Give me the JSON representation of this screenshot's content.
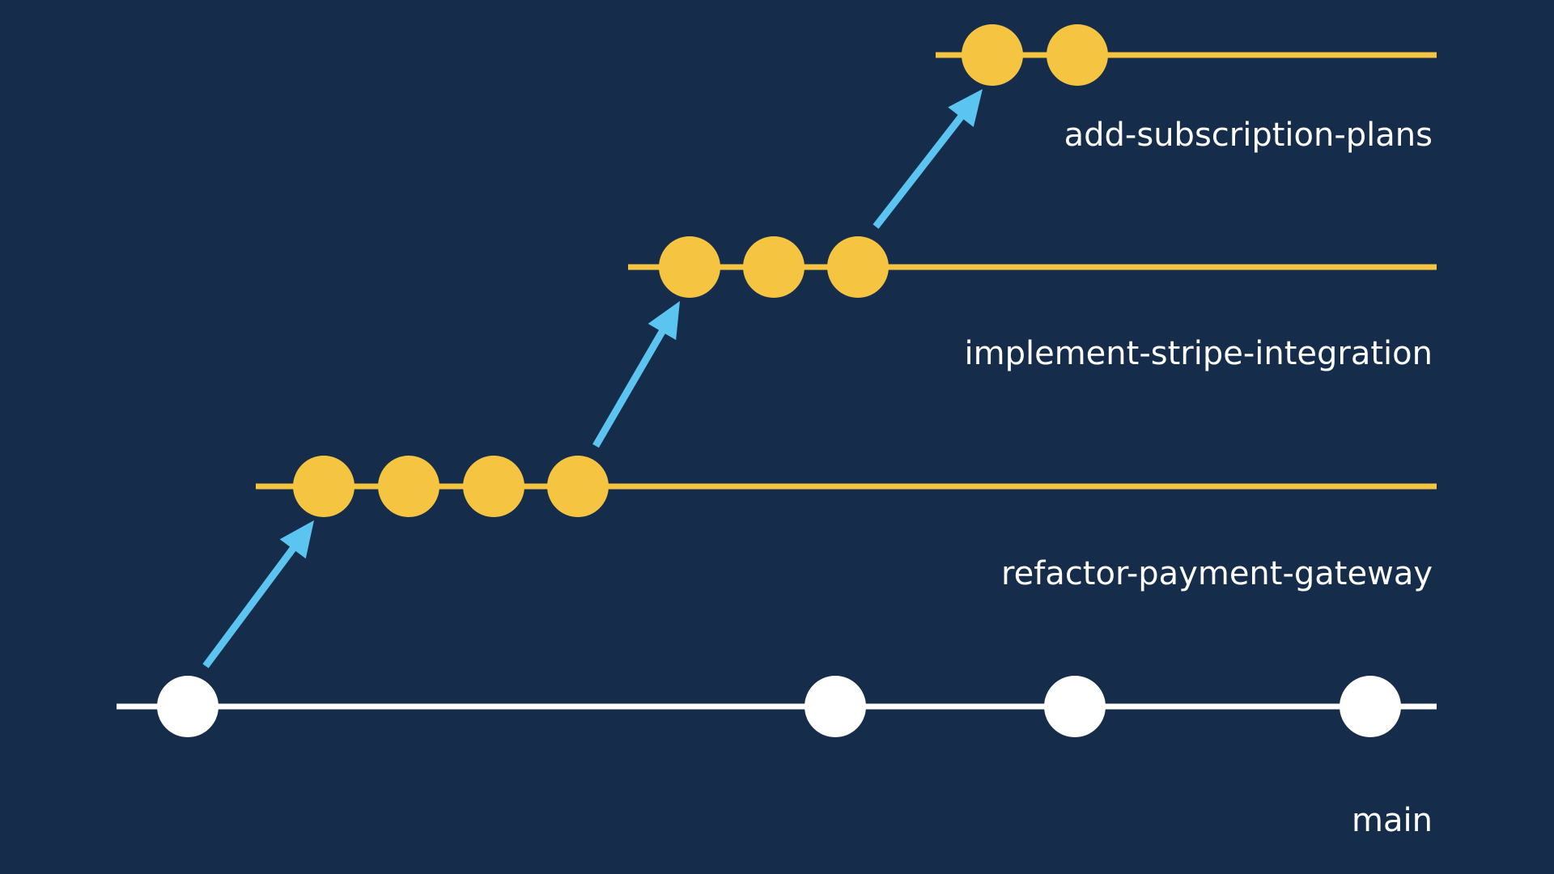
{
  "colors": {
    "background": "#152d4b",
    "main_branch": "#ffffff",
    "feature_branch": "#f5c542",
    "arrow": "#5bc4f1"
  },
  "branches": [
    {
      "id": "main",
      "label": "main",
      "commits": 4,
      "color_key": "main_branch"
    },
    {
      "id": "refactor-payment-gateway",
      "label": "refactor-payment-gateway",
      "commits": 4,
      "color_key": "feature_branch"
    },
    {
      "id": "implement-stripe-integration",
      "label": "implement-stripe-integration",
      "commits": 3,
      "color_key": "feature_branch"
    },
    {
      "id": "add-subscription-plans",
      "label": "add-subscription-plans",
      "commits": 2,
      "color_key": "feature_branch"
    }
  ],
  "links": [
    {
      "from_branch": "main",
      "from_commit": 1,
      "to_branch": "refactor-payment-gateway",
      "to_commit": 1
    },
    {
      "from_branch": "refactor-payment-gateway",
      "from_commit": 4,
      "to_branch": "implement-stripe-integration",
      "to_commit": 1
    },
    {
      "from_branch": "implement-stripe-integration",
      "from_commit": 3,
      "to_branch": "add-subscription-plans",
      "to_commit": 1
    }
  ]
}
